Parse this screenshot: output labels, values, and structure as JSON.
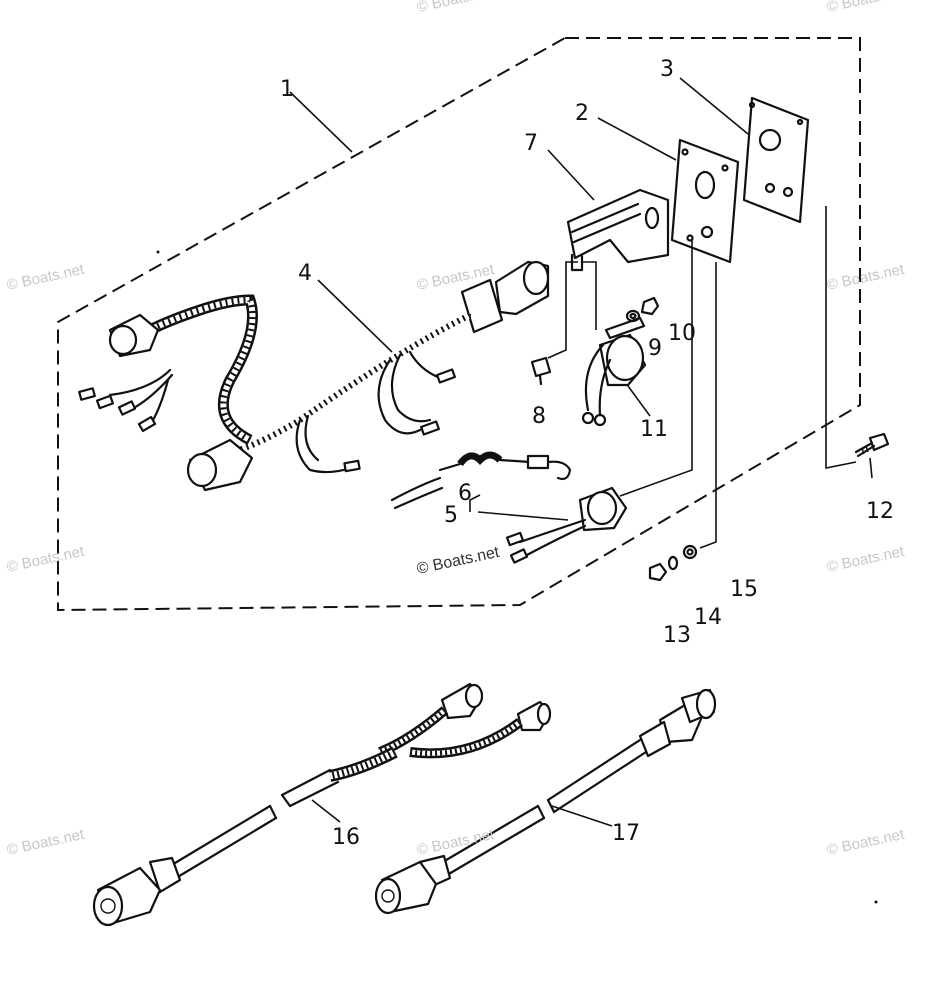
{
  "watermark": {
    "text": "© Boats.net"
  },
  "callouts": {
    "c1": "1",
    "c2": "2",
    "c3": "3",
    "c4": "4",
    "c5": "5",
    "c6": "6",
    "c7": "7",
    "c8": "8",
    "c9": "9",
    "c10": "10",
    "c11": "11",
    "c12": "12",
    "c13": "13",
    "c14": "14",
    "c15": "15",
    "c16": "16",
    "c17": "17"
  }
}
